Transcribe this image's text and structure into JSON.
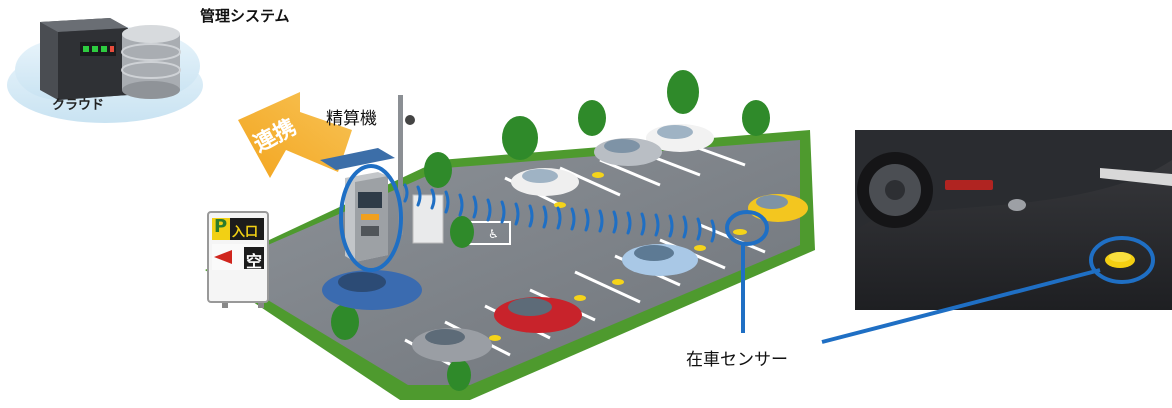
{
  "labels": {
    "management_system": "管理システム",
    "cloud": "クラウド",
    "payment_machine": "精算機",
    "link": "連携",
    "vehicle_sensor": "在車センサー"
  },
  "sign": {
    "p": "P",
    "entrance": "入口",
    "vacant": "空"
  }
}
